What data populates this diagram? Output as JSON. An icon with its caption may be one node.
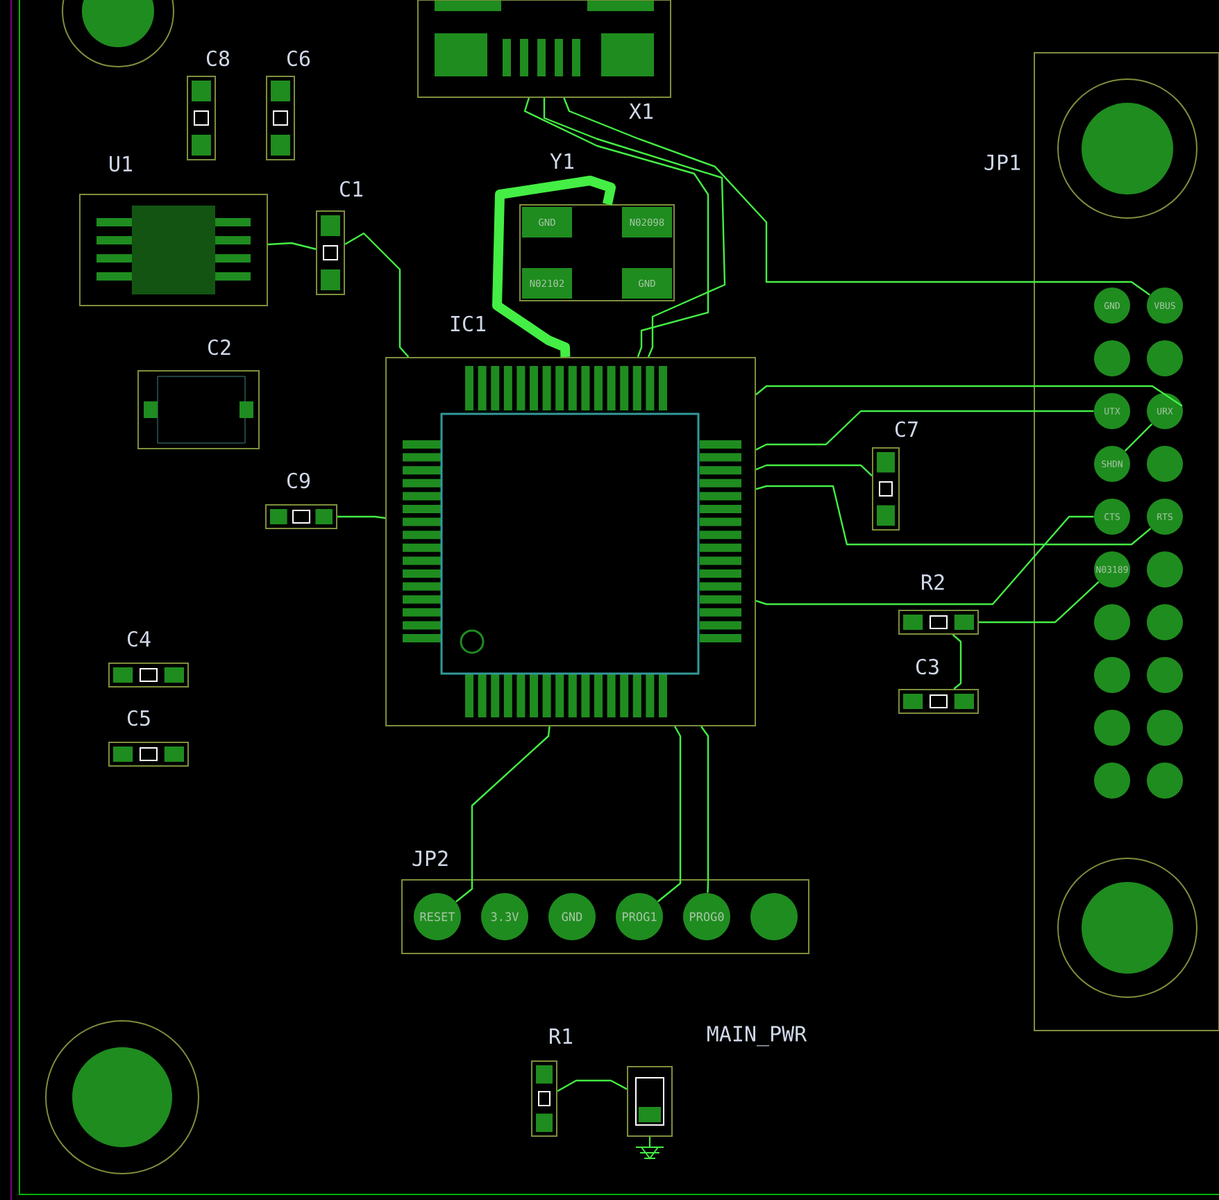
{
  "diagram": {
    "nodes": [
      {
        "text": [
          "X1"
        ]
      },
      {
        "text": [
          "C8"
        ]
      },
      {
        "text": [
          "C6"
        ]
      },
      {
        "text": [
          "U1"
        ]
      },
      {
        "text": [
          "C1"
        ]
      },
      {
        "text": [
          "Y1"
        ]
      },
      {
        "text": [
          "GND"
        ],
        "in": 5
      },
      {
        "text": [
          "N02098"
        ],
        "in": 5
      },
      {
        "text": [
          "N02102"
        ],
        "in": 5
      },
      {
        "text": [
          "GND"
        ],
        "in": 5
      },
      {
        "text": [
          "C2"
        ]
      },
      {
        "text": [
          "IC1"
        ]
      },
      {
        "text": [
          "C9"
        ]
      },
      {
        "text": [
          "C7"
        ]
      },
      {
        "text": [
          "JP1"
        ]
      },
      {
        "text": [
          "GND"
        ],
        "in": 14
      },
      {
        "text": [
          "VBUS"
        ],
        "in": 14
      },
      {
        "text": [],
        "shape": "circle",
        "in": 14
      },
      {
        "text": [],
        "shape": "circle",
        "in": 14
      },
      {
        "text": [
          "UTX"
        ],
        "in": 14
      },
      {
        "text": [
          "URX"
        ],
        "in": 14
      },
      {
        "text": [
          "SHDN"
        ],
        "in": 14
      },
      {
        "text": [],
        "shape": "circle",
        "in": 14
      },
      {
        "text": [
          "CTS"
        ],
        "in": 14
      },
      {
        "text": [
          "RTS"
        ],
        "in": 14
      },
      {
        "text": [
          "N03189"
        ],
        "in": 14
      },
      {
        "text": [],
        "shape": "circle",
        "in": 14
      },
      {
        "text": [],
        "shape": "circle",
        "in": 14
      },
      {
        "text": [],
        "shape": "circle",
        "in": 14
      },
      {
        "text": [],
        "shape": "circle",
        "in": 14
      },
      {
        "text": [],
        "shape": "circle",
        "in": 14
      },
      {
        "text": [],
        "shape": "circle",
        "in": 14
      },
      {
        "text": [],
        "shape": "circle",
        "in": 14
      },
      {
        "text": [],
        "shape": "circle",
        "in": 14
      },
      {
        "text": [],
        "shape": "circle",
        "in": 14
      },
      {
        "text": [
          "R2"
        ]
      },
      {
        "text": [
          "C3"
        ]
      },
      {
        "text": [
          "C4"
        ]
      },
      {
        "text": [
          "C5"
        ]
      },
      {
        "text": [
          "JP2"
        ]
      },
      {
        "text": [
          "RESET"
        ],
        "in": 39
      },
      {
        "text": [
          "3.3V"
        ],
        "in": 39
      },
      {
        "text": [
          "GND"
        ],
        "in": 39
      },
      {
        "text": [
          "PROG1"
        ],
        "in": 39
      },
      {
        "text": [
          "PROG0"
        ],
        "in": 39
      },
      {
        "text": [],
        "shape": "circle",
        "in": 39
      },
      {
        "text": [
          "R1"
        ]
      },
      {
        "text": [
          "MAIN_PWR"
        ]
      }
    ],
    "edges": [
      {
        "from": 3,
        "to": 4,
        "arrow": "none"
      },
      {
        "from": 4,
        "to": 11,
        "arrow": "none"
      },
      {
        "from": 0,
        "to": 11,
        "arrow": "none"
      },
      {
        "from": 0,
        "to": 11,
        "arrow": "none"
      },
      {
        "from": 0,
        "to": 16,
        "arrow": "none"
      },
      {
        "from": 5,
        "to": 11,
        "arrow": "none",
        "style": "thick"
      },
      {
        "from": 12,
        "to": 11,
        "arrow": "none"
      },
      {
        "from": 11,
        "to": 20,
        "arrow": "none"
      },
      {
        "from": 11,
        "to": 19,
        "arrow": "none"
      },
      {
        "from": 11,
        "to": 24,
        "arrow": "none"
      },
      {
        "from": 11,
        "to": 23,
        "arrow": "none"
      },
      {
        "from": 35,
        "to": 25,
        "arrow": "none"
      },
      {
        "from": 13,
        "to": 11,
        "arrow": "none"
      },
      {
        "from": 11,
        "to": 40,
        "arrow": "none"
      },
      {
        "from": 11,
        "to": 43,
        "arrow": "none"
      },
      {
        "from": 11,
        "to": 44,
        "arrow": "none"
      },
      {
        "from": 46,
        "to": 47,
        "arrow": "none"
      },
      {
        "from": 20,
        "to": 21,
        "arrow": "none"
      },
      {
        "from": 35,
        "to": 36,
        "arrow": "none"
      }
    ]
  }
}
